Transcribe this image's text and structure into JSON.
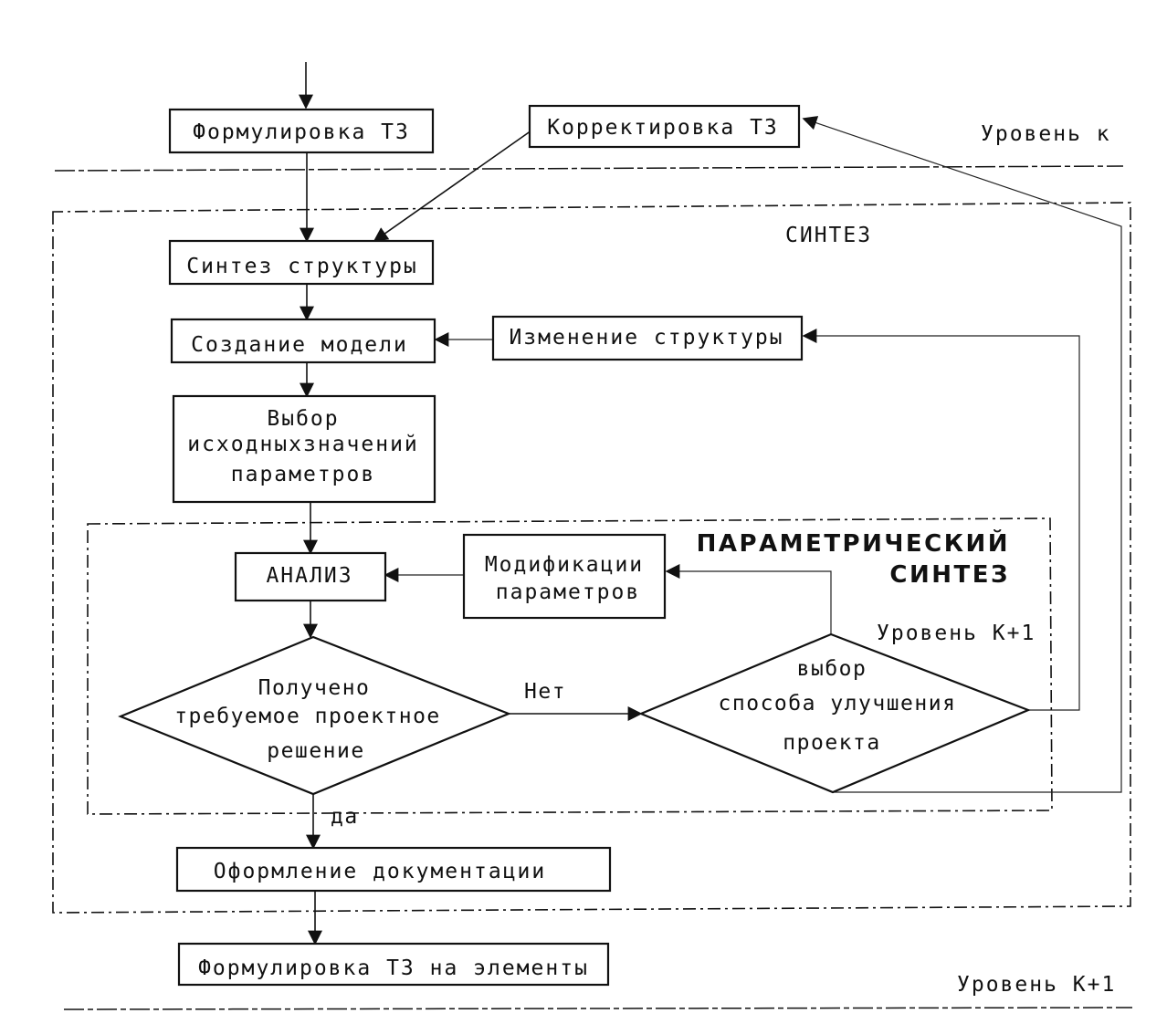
{
  "blocks": {
    "formulate_tz": "Формулировка ТЗ",
    "correct_tz": "Корректировка ТЗ",
    "synth_structure": "Синтез структуры",
    "create_model": "Создание модели",
    "change_structure": "Изменение структуры",
    "choose_initial": [
      "Выбор",
      "исходныхзначений",
      "параметров"
    ],
    "analysis": "АНАЛИЗ",
    "modify_params": [
      "Модификации",
      "параметров"
    ],
    "document": "Оформление документации",
    "formulate_elements": "Формулировка ТЗ на элементы"
  },
  "decisions": {
    "solution_obtained": [
      "Получено",
      "требуемое проектное",
      "решение"
    ],
    "choose_method": [
      "выбор",
      "способа улучшения",
      "проекта"
    ]
  },
  "labels": {
    "no": "Нет",
    "yes": "да",
    "level_k": "Уровень к",
    "level_k1_inner": "Уровень К+1",
    "level_k1_bottom": "Уровень К+1",
    "synthesis": "СИНТЕЗ",
    "parametric": [
      "ПАРАМЕТРИЧЕСКИЙ",
      "СИНТЕЗ"
    ]
  }
}
